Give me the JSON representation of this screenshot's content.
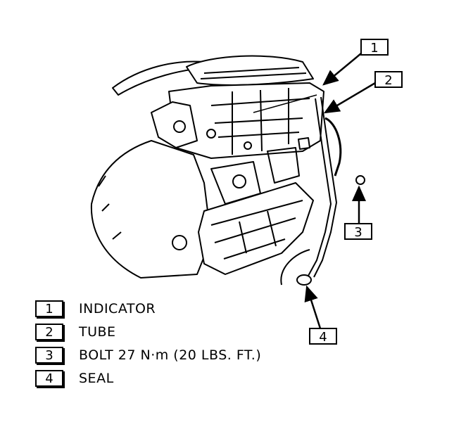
{
  "callouts": [
    {
      "id": "1",
      "label": "INDICATOR"
    },
    {
      "id": "2",
      "label": "TUBE"
    },
    {
      "id": "3",
      "label": "BOLT 27 N·m (20 LBS. FT.)"
    },
    {
      "id": "4",
      "label": "SEAL"
    }
  ],
  "colors": {
    "ink": "#000000",
    "paper": "#ffffff"
  }
}
